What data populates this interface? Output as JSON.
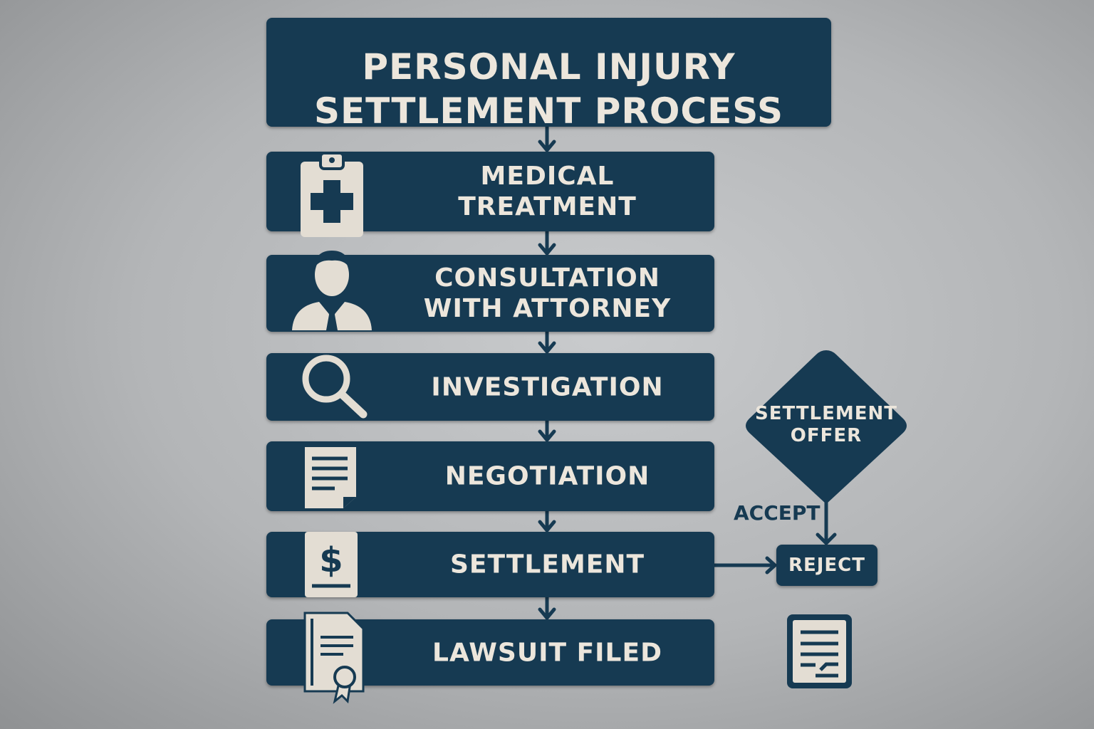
{
  "title": "PERSONAL INJURY\nSETTLEMENT PROCESS",
  "title_lines": [
    "PERSONAL INJURY",
    "SETTLEMENT PROCESS"
  ],
  "steps": [
    {
      "label": "MEDICAL TREATMENT",
      "lines": [
        "MEDICAL",
        "TREATMENT"
      ],
      "icon": "clipboard-medical-icon"
    },
    {
      "label": "CONSULTATION WITH ATTORNEY",
      "lines": [
        "CONSULTATION",
        "WITH ATTORNEY"
      ],
      "icon": "attorney-icon"
    },
    {
      "label": "INVESTIGATION",
      "lines": [
        "INVESTIGATION"
      ],
      "icon": "magnifier-icon"
    },
    {
      "label": "NEGOTIATION",
      "lines": [
        "NEGOTIATION"
      ],
      "icon": "document-icon"
    },
    {
      "label": "SETTLEMENT",
      "lines": [
        "SETTLEMENT"
      ],
      "icon": "dollar-document-icon"
    },
    {
      "label": "LAWSUIT FILED",
      "lines": [
        "LAWSUIT FILED"
      ],
      "icon": "certificate-icon"
    }
  ],
  "decision": {
    "lines": [
      "SETTLEMENT",
      "OFFER"
    ]
  },
  "accept_label": "ACCEPT",
  "reject_label": "REJECT",
  "colors": {
    "box": "#163a52",
    "text": "#ece6dc"
  }
}
